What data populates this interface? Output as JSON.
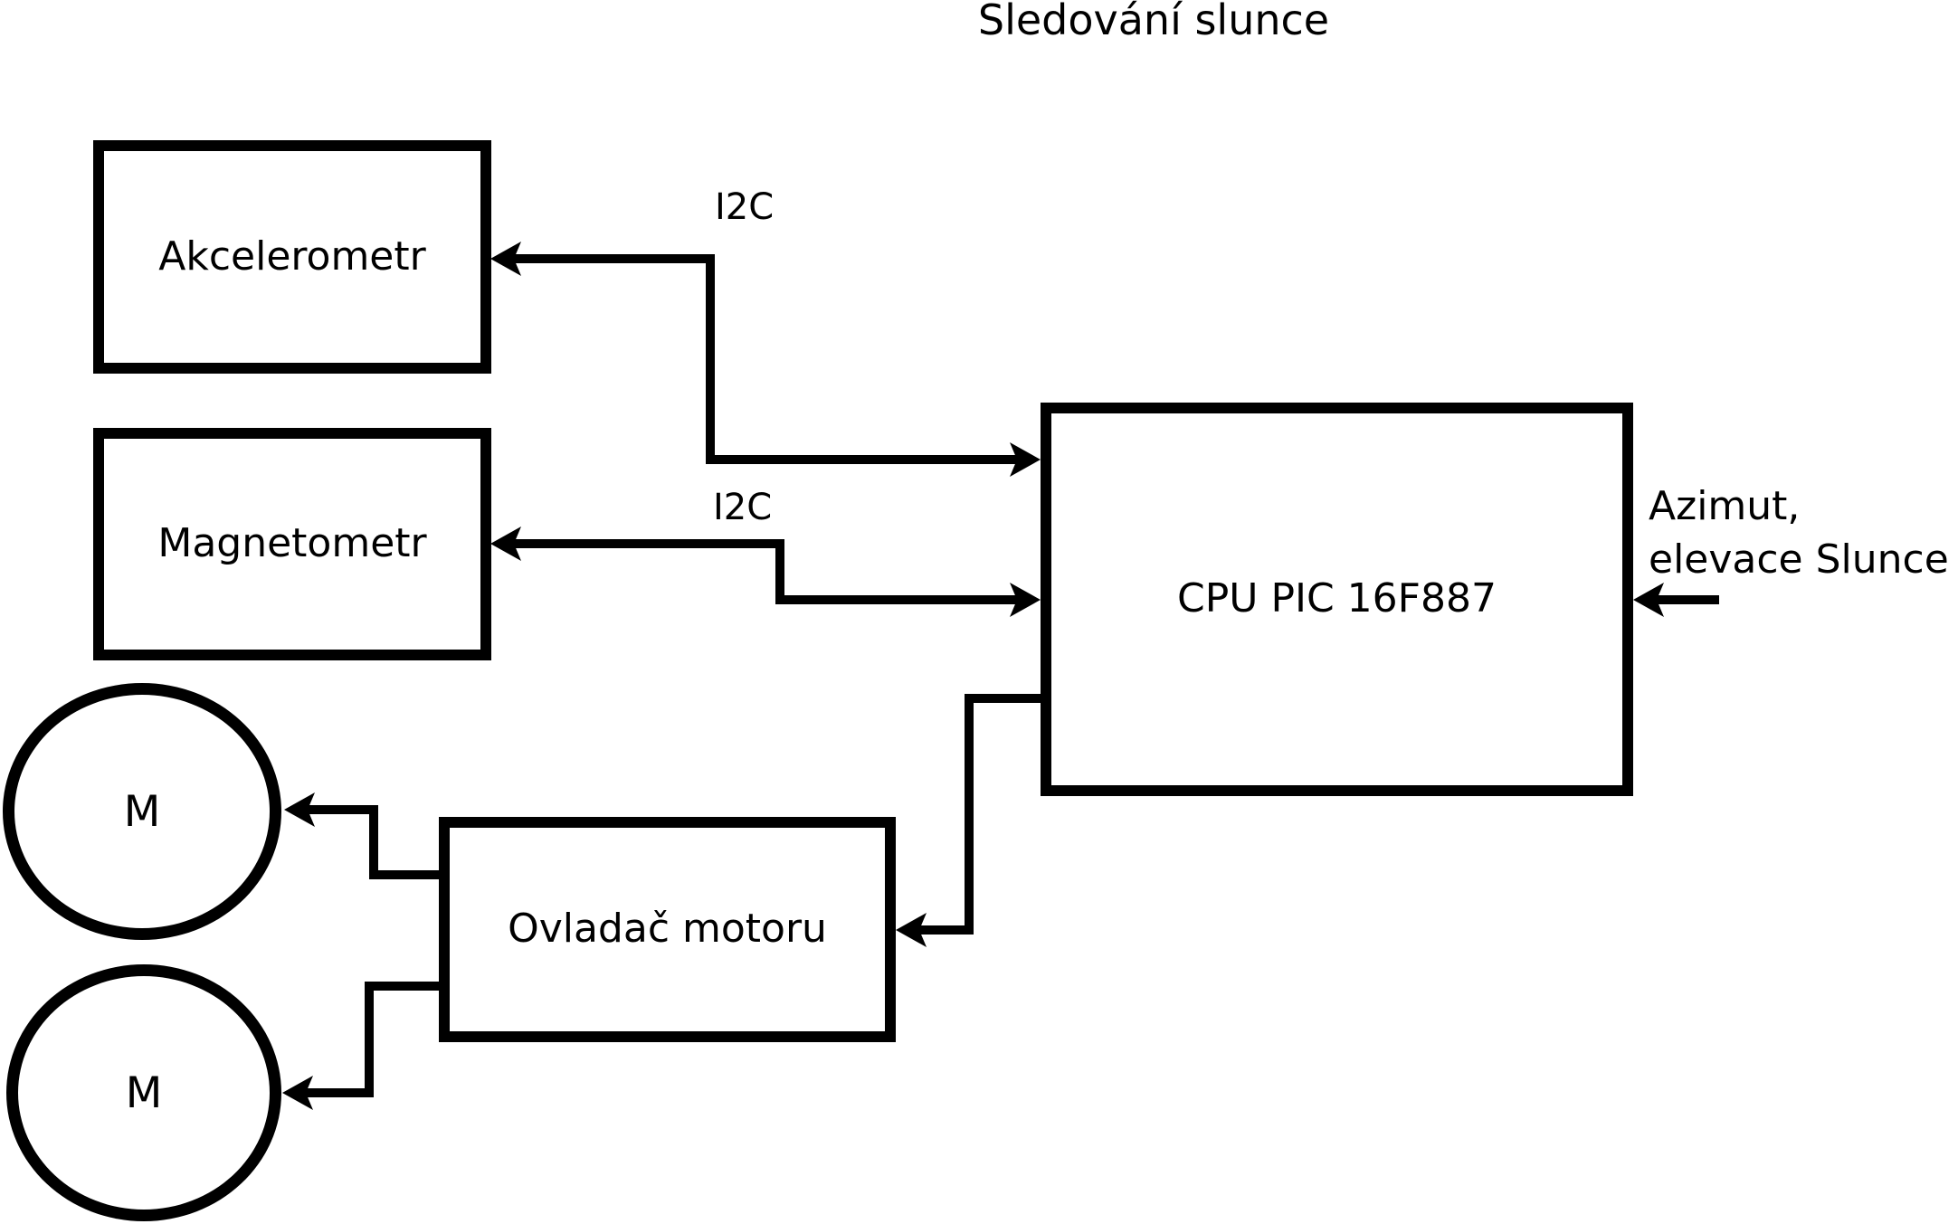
{
  "title": "Sledování slunce",
  "colors": {
    "ink": "#000000",
    "background": "#ffffff"
  },
  "nodes": {
    "akcelerometr": {
      "label": "Akcelerometr",
      "shape": "box"
    },
    "magnetometr": {
      "label": "Magnetometr",
      "shape": "box"
    },
    "cpu": {
      "label": "CPU PIC 16F887",
      "shape": "box"
    },
    "ovladac_motoru": {
      "label": "Ovladač motoru",
      "shape": "box"
    },
    "motor_1": {
      "label": "M",
      "shape": "circle"
    },
    "motor_2": {
      "label": "M",
      "shape": "circle"
    }
  },
  "edge_labels": {
    "i2c_akcelerometr": "I2C",
    "i2c_magnetometr": "I2C"
  },
  "annotations": {
    "cpu_input": {
      "line1": "Azimut,",
      "line2": "elevace Slunce"
    }
  },
  "edges": [
    {
      "from": "cpu",
      "to": "akcelerometr",
      "label": "I2C",
      "arrows": "both"
    },
    {
      "from": "cpu",
      "to": "magnetometr",
      "label": "I2C",
      "arrows": "both"
    },
    {
      "from": "azimut_elevace_input",
      "to": "cpu",
      "arrows": "into-cpu"
    },
    {
      "from": "cpu",
      "to": "ovladac_motoru",
      "arrows": "into-ovladac"
    },
    {
      "from": "ovladac_motoru",
      "to": "motor_1",
      "arrows": "into-motor"
    },
    {
      "from": "ovladac_motoru",
      "to": "motor_2",
      "arrows": "into-motor"
    }
  ]
}
